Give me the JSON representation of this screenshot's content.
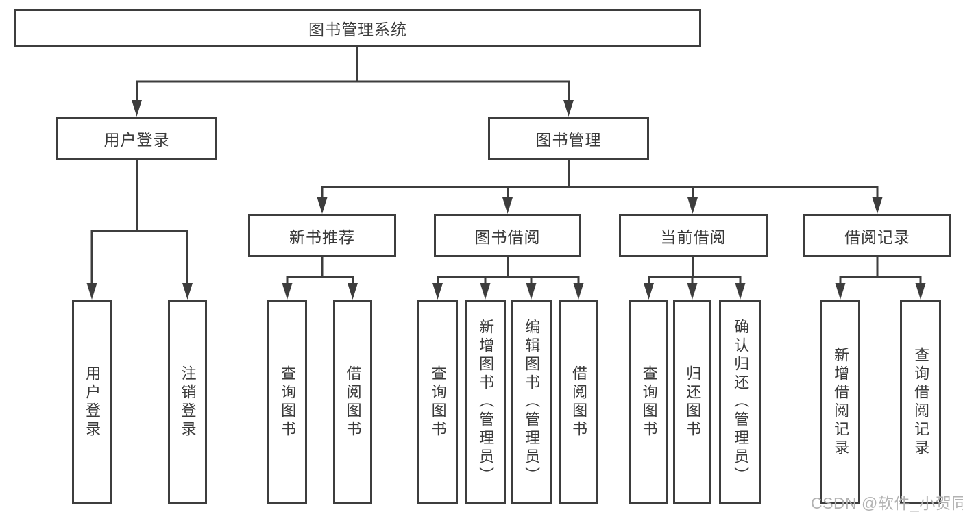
{
  "diagram": {
    "title": "图书管理系统",
    "root": {
      "label": "图书管理系统"
    },
    "level2": [
      {
        "label": "用户登录"
      },
      {
        "label": "图书管理"
      }
    ],
    "level3": [
      {
        "label": "新书推荐",
        "parent": "图书管理"
      },
      {
        "label": "图书借阅",
        "parent": "图书管理"
      },
      {
        "label": "当前借阅",
        "parent": "图书管理"
      },
      {
        "label": "借阅记录",
        "parent": "图书管理"
      }
    ],
    "leaves": [
      {
        "label": "用户登录",
        "parent": "用户登录"
      },
      {
        "label": "注销登录",
        "parent": "用户登录"
      },
      {
        "label": "查询图书",
        "parent": "新书推荐"
      },
      {
        "label": "借阅图书",
        "parent": "新书推荐"
      },
      {
        "label": "查询图书",
        "parent": "图书借阅"
      },
      {
        "label": "新增图书（管理员）",
        "parent": "图书借阅"
      },
      {
        "label": "编辑图书（管理员）",
        "parent": "图书借阅"
      },
      {
        "label": "借阅图书",
        "parent": "图书借阅"
      },
      {
        "label": "查询图书",
        "parent": "当前借阅"
      },
      {
        "label": "归还图书",
        "parent": "当前借阅"
      },
      {
        "label": "确认归还（管理员）",
        "parent": "当前借阅"
      },
      {
        "label": "新增借阅记录",
        "parent": "借阅记录"
      },
      {
        "label": "查询借阅记录",
        "parent": "借阅记录"
      }
    ]
  },
  "watermark": {
    "text": "CSDN @软件_小贺同学"
  },
  "colors": {
    "line": "#3d3d3d",
    "text": "#3a3a3a",
    "watermark": "#b2b2b2",
    "background": "#ffffff"
  }
}
